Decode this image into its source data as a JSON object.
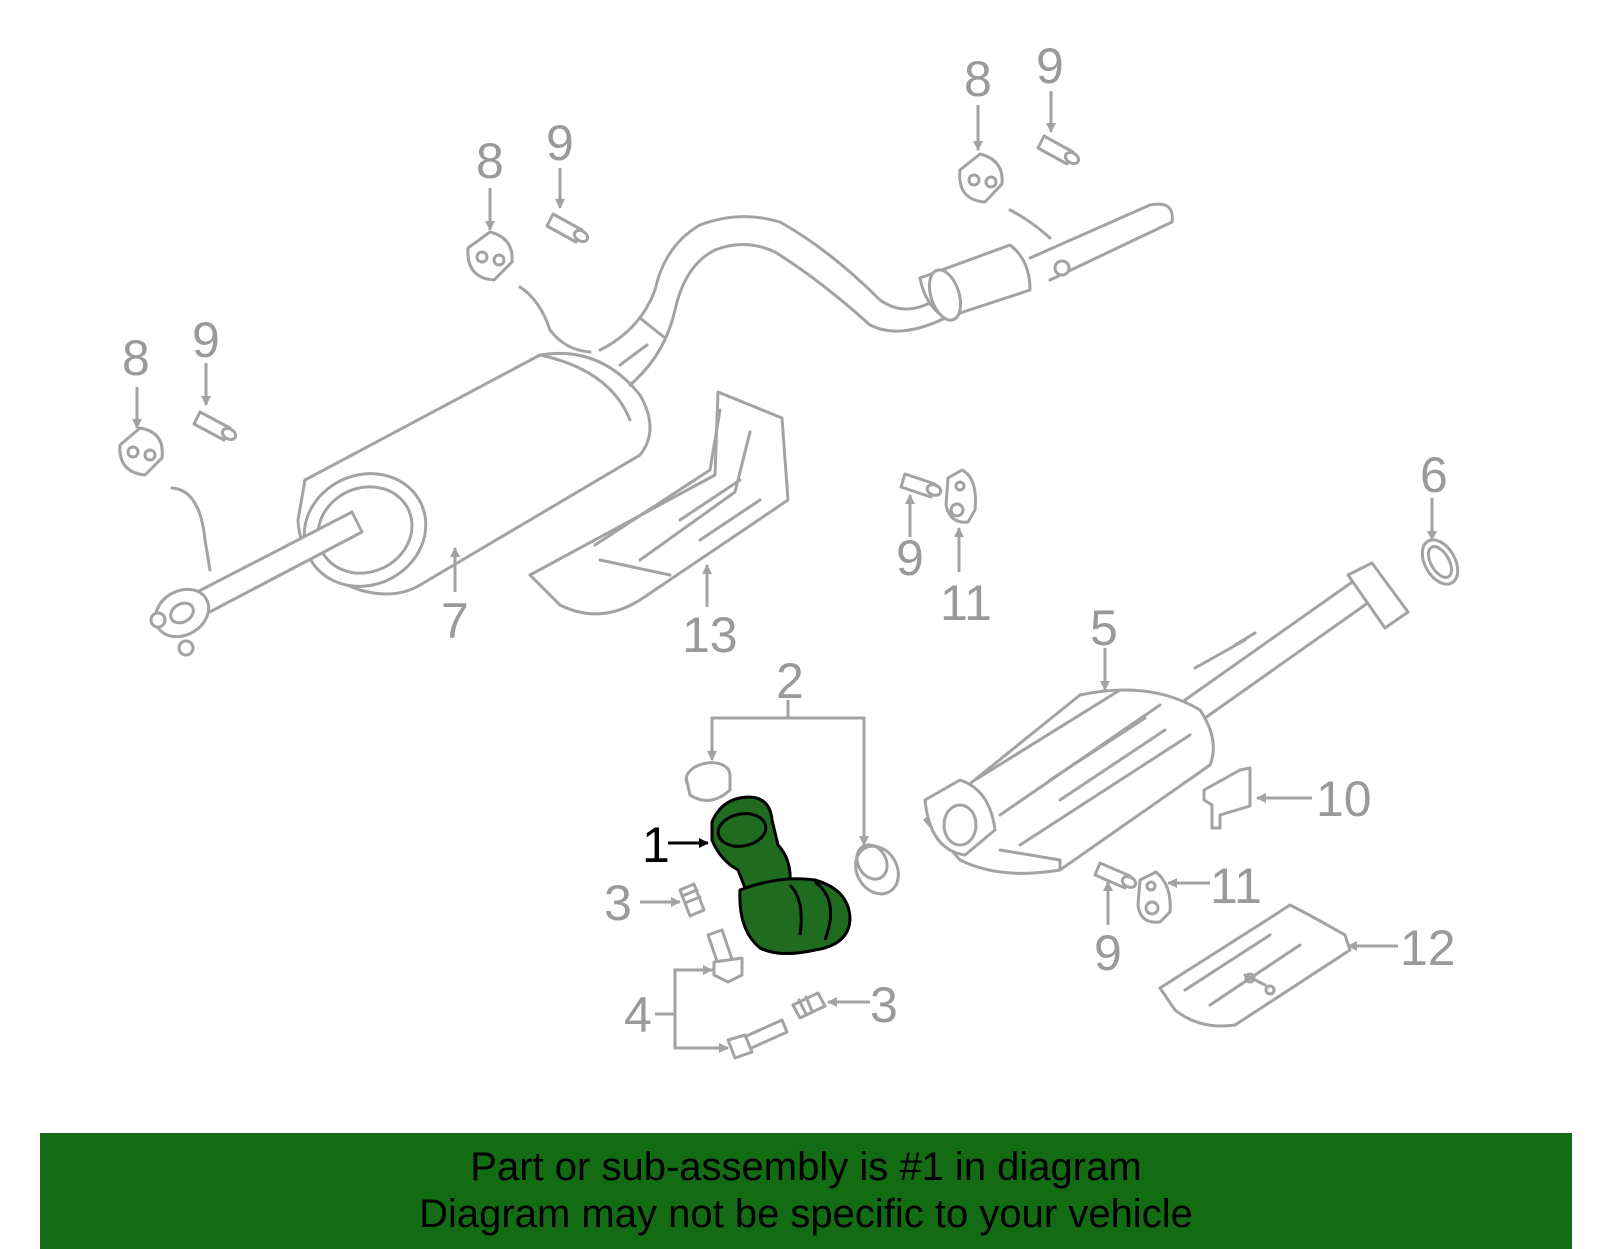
{
  "callouts": {
    "c1": "1",
    "c2": "2",
    "c3a": "3",
    "c3b": "3",
    "c4": "4",
    "c5": "5",
    "c6": "6",
    "c7": "7",
    "c8a": "8",
    "c8b": "8",
    "c8c": "8",
    "c9a": "9",
    "c9b": "9",
    "c9c": "9",
    "c9d": "9",
    "c9e": "9",
    "c10": "10",
    "c11a": "11",
    "c11b": "11",
    "c12": "12",
    "c13": "13"
  },
  "banner": {
    "line1": "Part or sub-assembly is #1 in diagram",
    "line2": "Diagram may not be specific to your vehicle"
  },
  "colors": {
    "highlight": "#1f6b1f",
    "banner": "#136b13",
    "line_art": "#a3a3a3"
  }
}
